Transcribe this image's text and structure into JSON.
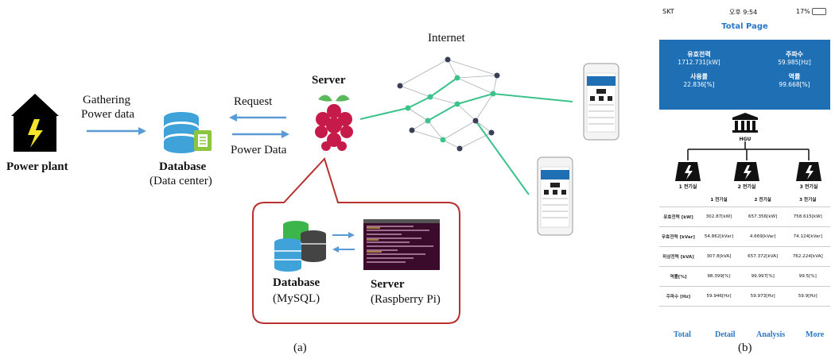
{
  "panel_a": {
    "power_plant": "Power plant",
    "gathering_1": "Gathering",
    "gathering_2": "Power data",
    "database_title": "Database",
    "database_sub": "(Data center)",
    "request": "Request",
    "power_data": "Power Data",
    "server": "Server",
    "internet": "Internet",
    "inset_db_title": "Database",
    "inset_db_sub": "(MySQL)",
    "inset_server_title": "Server",
    "inset_server_sub": "(Raspberry Pi)",
    "caption": "(a)"
  },
  "panel_b": {
    "status_left": "SKT",
    "status_center": "오후 9:54",
    "status_right": "17%",
    "title": "Total Page",
    "metrics": [
      {
        "label": "유효전력",
        "value": "1712.731[kW]"
      },
      {
        "label": "주파수",
        "value": "59.985[Hz]"
      },
      {
        "label": "사용률",
        "value": "22.836[%]"
      },
      {
        "label": "역률",
        "value": "99.668[%]"
      }
    ],
    "hgu": "HGU",
    "rooms": [
      "1 전기실",
      "2 전기실",
      "3 전기실"
    ],
    "table_rows": [
      {
        "label": "유효전력 [kW]",
        "values": [
          "302.87[kW]",
          "657.356[kW]",
          "758.615[kW]"
        ]
      },
      {
        "label": "무효전력 [kVar]",
        "values": [
          "54.862[kVar]",
          "4.669[kVar]",
          "74.124[kVar]"
        ]
      },
      {
        "label": "피상전력 [kVA]",
        "values": [
          "307.8[kVA]",
          "657.372[kVA]",
          "762.224[kVA]"
        ]
      },
      {
        "label": "역률[%]",
        "values": [
          "98.399[%]",
          "99.997[%]",
          "99.5[%]"
        ]
      },
      {
        "label": "주파수 [Hz]",
        "values": [
          "59.946[Hz]",
          "59.973[Hz]",
          "59.9[Hz]"
        ]
      }
    ],
    "tabs": [
      "Total",
      "Detail",
      "Analysis",
      "More"
    ],
    "caption": "(b)"
  },
  "colors": {
    "arrow": "#5b9bd5",
    "network_green": "#3cc28a",
    "node_dark": "#3a3f55",
    "inset_border": "#b8312f",
    "raspberry": "#c51a4a",
    "phone_blue": "#1f6fb5"
  }
}
